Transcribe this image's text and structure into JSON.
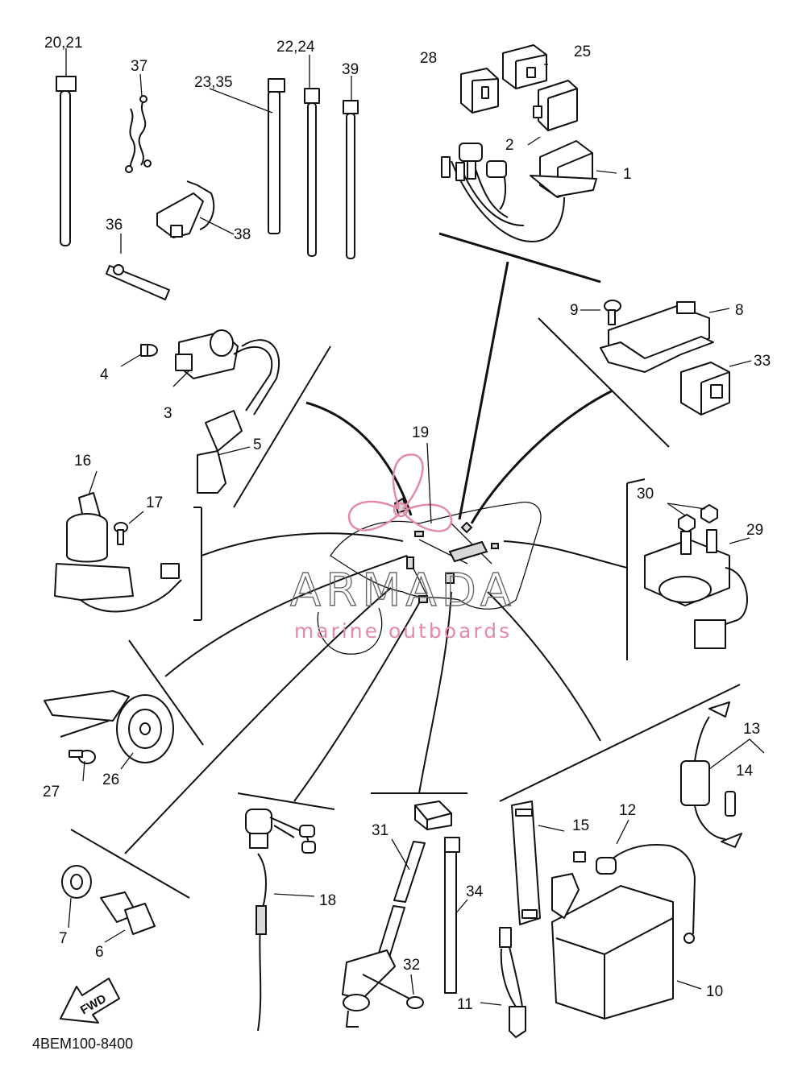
{
  "diagram": {
    "catalog_code": "4BEM100-8400",
    "fwd_label": "FWD",
    "watermark": {
      "title": "ARMADA",
      "subtitle": "marine outboards",
      "accent_color": "#e48aa9"
    },
    "callouts": {
      "c1": "1",
      "c2": "2",
      "c3": "3",
      "c4": "4",
      "c5": "5",
      "c6": "6",
      "c7": "7",
      "c8": "8",
      "c9": "9",
      "c10": "10",
      "c11": "11",
      "c12": "12",
      "c13": "13",
      "c14": "14",
      "c15": "15",
      "c16": "16",
      "c17": "17",
      "c18": "18",
      "c19": "19",
      "c20_21": "20,21",
      "c22_24": "22,24",
      "c23_35": "23,35",
      "c25": "25",
      "c26": "26",
      "c27": "27",
      "c28": "28",
      "c29": "29",
      "c30": "30",
      "c31": "31",
      "c32": "32",
      "c33": "33",
      "c34": "34",
      "c36": "36",
      "c37": "37",
      "c38": "38",
      "c39": "39"
    }
  }
}
